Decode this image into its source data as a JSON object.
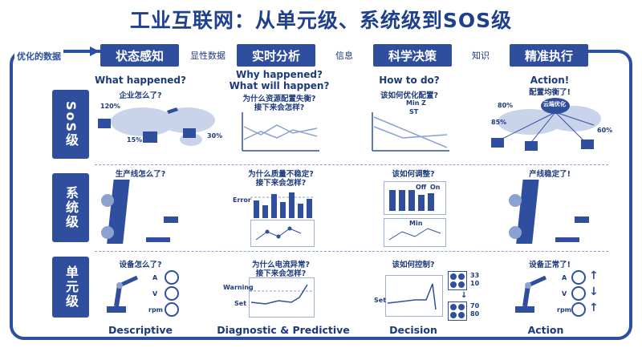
{
  "title": "工业互联网：从单元级、系统级到SOS级",
  "optimized_data_label": "优化的数据",
  "stages": [
    {
      "label": "状态感知"
    },
    {
      "label": "实时分析"
    },
    {
      "label": "科学决策"
    },
    {
      "label": "精准执行"
    }
  ],
  "transitions": [
    "显性数据",
    "信息",
    "知识"
  ],
  "levels": [
    {
      "label": "SoS级"
    },
    {
      "label": "系统级"
    },
    {
      "label": "单元级"
    }
  ],
  "sos_row": {
    "q1": "What happened?",
    "q1_sub": "企业怎么了?",
    "q1_pcts": [
      "120%",
      "15%",
      "30%"
    ],
    "q2_a": "Why happened?",
    "q2_b": "What will happen?",
    "q2_sub1": "为什么资源配置失衡?",
    "q2_sub2": "接下来会怎样?",
    "q3": "How to do?",
    "q3_sub": "该如何优化配置?",
    "q3_formula1": "Min Z",
    "q3_formula2": "ST",
    "q4": "Action!",
    "q4_sub": "配置均衡了!",
    "q4_cloud": "云端优化",
    "q4_pcts": [
      "80%",
      "85%",
      "60%"
    ]
  },
  "system_row": {
    "q1": "生产线怎么了?",
    "q2_sub1": "为什么质量不稳定?",
    "q2_sub2": "接下来会怎样?",
    "q2_error": "Error",
    "q3": "该如何调整?",
    "q3_off": "Off",
    "q3_on": "On",
    "q3_min": "Min",
    "q4": "产线稳定了!"
  },
  "unit_row": {
    "q1": "设备怎么了?",
    "q1_labels": [
      "A",
      "V",
      "rpm"
    ],
    "q2_sub1": "为什么电流异常?",
    "q2_sub2": "接下来会怎样?",
    "q2_warning": "Warning",
    "q2_set": "Set",
    "q3": "该如何控制?",
    "q3_set": "Set",
    "q3_vals": [
      "33",
      "10",
      "70",
      "80"
    ],
    "q4": "设备正常了!",
    "q4_labels": [
      "A",
      "V",
      "rpm"
    ]
  },
  "bottom_labels": [
    "Descriptive",
    "Diagnostic & Predictive",
    "Decision",
    "Action"
  ],
  "colors": {
    "primary": "#2f4f9e",
    "line": "#2b4fa3",
    "text": "#1d3a7a"
  }
}
